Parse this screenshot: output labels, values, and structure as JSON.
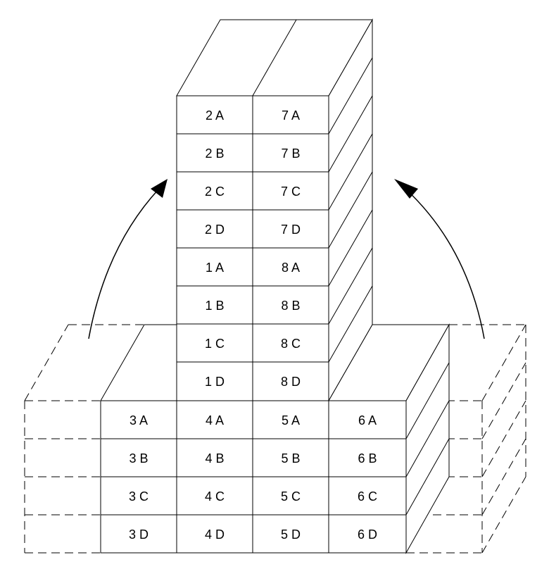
{
  "tower": {
    "columns": [
      {
        "cells": [
          "2 A",
          "2 B",
          "2 C",
          "2 D",
          "1 A",
          "1 B",
          "1 C",
          "1 D"
        ]
      },
      {
        "cells": [
          "7 A",
          "7 B",
          "7 C",
          "7 D",
          "8 A",
          "8 B",
          "8 C",
          "8 D"
        ]
      }
    ]
  },
  "base": {
    "columns": [
      {
        "cells": [
          "3 A",
          "3 B",
          "3 C",
          "3 D"
        ]
      },
      {
        "cells": [
          "4 A",
          "4 B",
          "4 C",
          "4 D"
        ]
      },
      {
        "cells": [
          "5 A",
          "5 B",
          "5 C",
          "5 D"
        ]
      },
      {
        "cells": [
          "6 A",
          "6 B",
          "6 C",
          "6 D"
        ]
      }
    ]
  },
  "arrows": [
    {
      "name": "arrow-left",
      "direction": "up-right"
    },
    {
      "name": "arrow-right",
      "direction": "up-left"
    }
  ]
}
